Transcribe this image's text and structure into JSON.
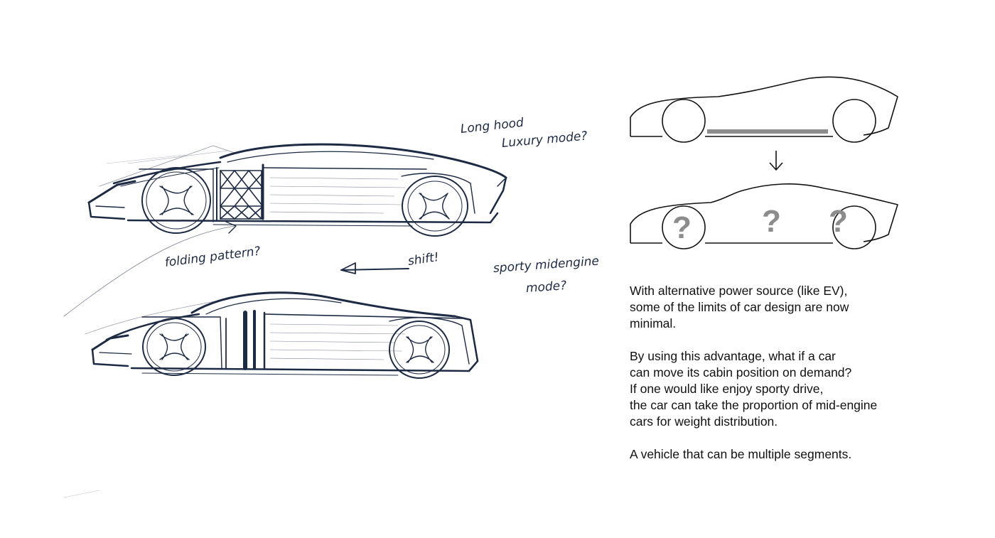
{
  "annotations": {
    "long_hood_line1": "Long hood",
    "long_hood_line2": "Luxury mode?",
    "folding_pattern": "folding pattern?",
    "shift": "shift!",
    "sporty_line1": "sporty midengine",
    "sporty_line2": "mode?"
  },
  "diagram": {
    "question_marks": [
      "?",
      "?",
      "?"
    ],
    "cabin_bar_color": "#8c8c8c",
    "arrow_icon": "down-arrow-icon"
  },
  "description": {
    "paragraph1": [
      "With alternative power source (like EV),",
      "some of the limits of car design are now",
      "minimal."
    ],
    "paragraph2": [
      "By using this advantage, what if a car",
      "can move its cabin position on demand?",
      "If one would like enjoy sporty drive,",
      "the car can take the proportion of mid-engine",
      "cars for weight distribution."
    ],
    "paragraph3": [
      "A vehicle that can be multiple segments."
    ]
  },
  "colors": {
    "ink": "#1d2a44",
    "text": "#111111",
    "gray": "#8c8c8c"
  }
}
